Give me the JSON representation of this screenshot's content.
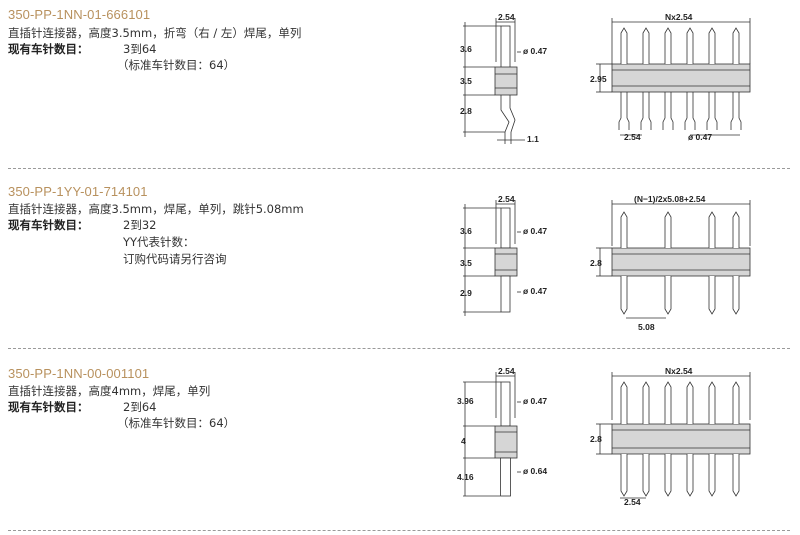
{
  "products": [
    {
      "part_number": "350-PP-1NN-01-666101",
      "description": "直插针连接器，高度3.5mm，折弯（右 / 左）焊尾，单列",
      "stock_label": "现有车针数目：",
      "stock_values": [
        "3到64",
        "（标准车针数目：64）"
      ],
      "side_dims": {
        "top": "2.54",
        "d1": "3.6",
        "d2": "3.5",
        "d3": "2.8",
        "pin_dia": "ø 0.47",
        "bend": "1.1"
      },
      "front_dims": {
        "top": "Nx2.54",
        "height": "2.95",
        "pitch": "2.54",
        "pin_dia": "ø 0.47"
      }
    },
    {
      "part_number": "350-PP-1YY-01-714101",
      "description": "直插针连接器，高度3.5mm，焊尾，单列，跳针5.08mm",
      "stock_label": "现有车针数目：",
      "stock_values": [
        "2到32",
        "YY代表针数：",
        "订购代码请另行咨询"
      ],
      "side_dims": {
        "top": "2.54",
        "d1": "3.6",
        "d2": "3.5",
        "d3": "2.9",
        "pin_dia_top": "ø 0.47",
        "pin_dia_bottom": "ø 0.47"
      },
      "front_dims": {
        "top": "(N−1)/2x5.08+2.54",
        "height": "2.8",
        "pitch": "5.08"
      }
    },
    {
      "part_number": "350-PP-1NN-00-001101",
      "description": "直插针连接器，高度4mm，焊尾，单列",
      "stock_label": "现有车针数目：",
      "stock_values": [
        "2到64",
        "（标准车针数目：64）"
      ],
      "side_dims": {
        "top": "2.54",
        "d1": "3.96",
        "d2": "4",
        "d3": "4.16",
        "pin_dia_top": "ø 0.47",
        "pin_dia_bottom": "ø 0.64"
      },
      "front_dims": {
        "top": "Nx2.54",
        "height": "2.8",
        "pitch": "2.54"
      }
    }
  ]
}
